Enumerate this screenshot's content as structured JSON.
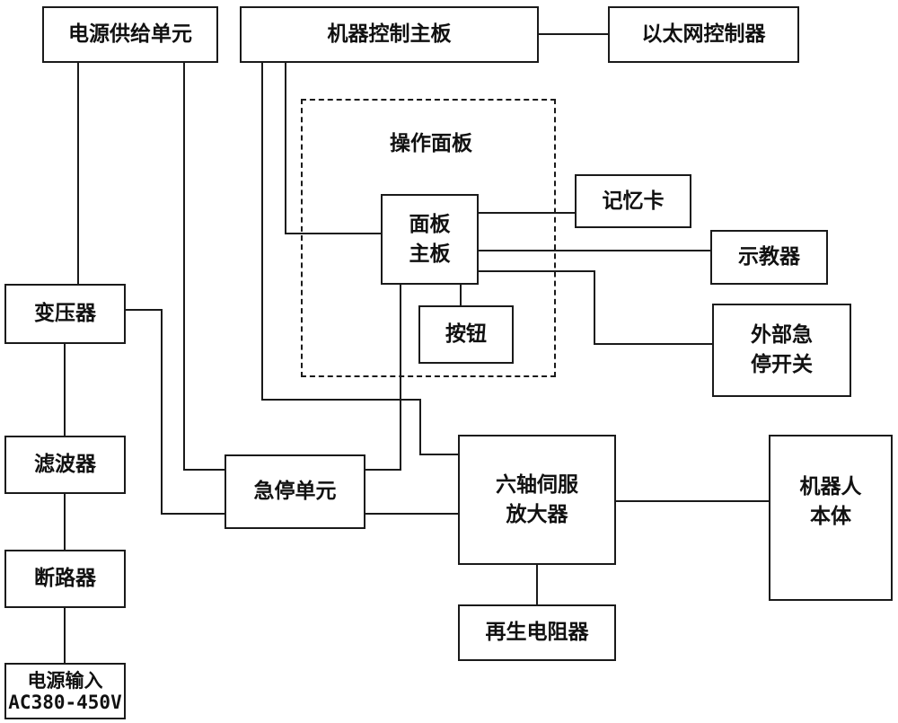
{
  "blocks": {
    "power_supply_unit": "电源供给单元",
    "machine_control_board": "机器控制主板",
    "ethernet_controller": "以太网控制器",
    "operation_panel": "操作面板",
    "panel_main_board": "面板\n主板",
    "memory_card": "记忆卡",
    "teach_pendant": "示教器",
    "external_estop": "外部急\n停开关",
    "button": "按钮",
    "transformer": "变压器",
    "filter": "滤波器",
    "circuit_breaker": "断路器",
    "power_input": "电源输入\nAC380-450V",
    "estop_unit": "急停单元",
    "six_axis_servo_amplifier": "六轴伺服\n放大器",
    "robot_body": "机器人\n本体",
    "regen_resistor": "再生电阻器"
  }
}
